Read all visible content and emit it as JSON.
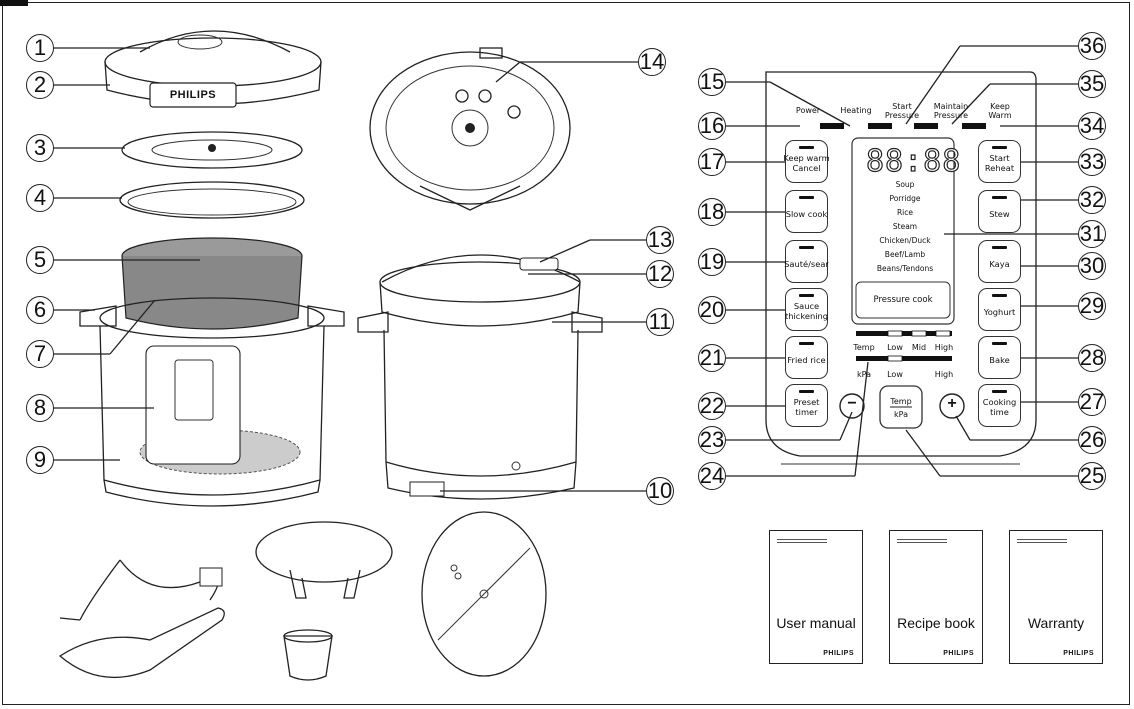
{
  "callouts": [
    "1",
    "2",
    "3",
    "4",
    "5",
    "6",
    "7",
    "8",
    "9",
    "10",
    "11",
    "12",
    "13",
    "14",
    "15",
    "16",
    "17",
    "18",
    "19",
    "20",
    "21",
    "22",
    "23",
    "24",
    "25",
    "26",
    "27",
    "28",
    "29",
    "30",
    "31",
    "32",
    "33",
    "34",
    "35",
    "36"
  ],
  "brand": "PHILIPS",
  "panel": {
    "indicators": {
      "power": "Power",
      "heating": "Heating",
      "start_pressure": "Start\nPressure",
      "maintain_pressure": "Maintain\nPressure",
      "keep_warm": "Keep\nWarm"
    },
    "display": "88:88",
    "menus": [
      "Soup",
      "Porridge",
      "Rice",
      "Steam",
      "Chicken/Duck",
      "Beef/Lamb",
      "Beans/Tendons"
    ],
    "pressure_cook": "Pressure cook",
    "left_buttons": [
      "Keep warm\nCancel",
      "Slow cook",
      "Sauté/sear",
      "Sauce\nthickening",
      "Fried rice",
      "Preset\ntimer"
    ],
    "right_buttons": [
      "Start\nReheat",
      "Stew",
      "Kaya",
      "Yoghurt",
      "Bake",
      "Cooking\ntime"
    ],
    "temp_row": {
      "label": "Temp",
      "low": "Low",
      "mid": "Mid",
      "high": "High"
    },
    "kpa_row": {
      "label": "kPa",
      "low": "Low",
      "high": "High"
    },
    "temp_kpa_button": {
      "top": "Temp",
      "bottom": "kPa"
    },
    "minus": "−",
    "plus": "+"
  },
  "books": [
    {
      "title": "User manual",
      "brand": "PHILIPS"
    },
    {
      "title": "Recipe book",
      "brand": "PHILIPS"
    },
    {
      "title": "Warranty",
      "brand": "PHILIPS"
    }
  ]
}
